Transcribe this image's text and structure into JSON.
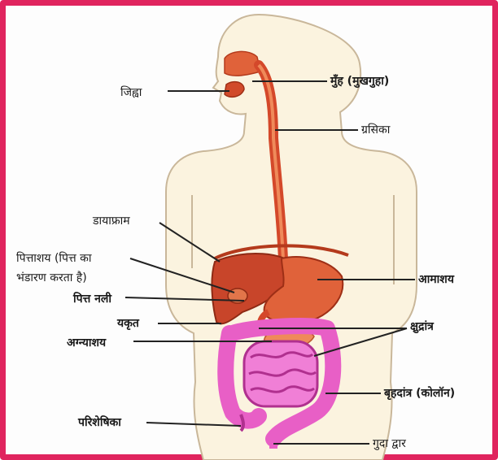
{
  "colors": {
    "frame": "#e0245e",
    "body_outline": "#c9b79a",
    "body_fill": "#fbf3df",
    "organ": "#d4482a",
    "organ_light": "#ef8a5a",
    "intestine": "#e85fc6",
    "intestine_dark": "#b0308f"
  },
  "labels": {
    "tongue": "जिह्वा",
    "mouth": "मुँह (मुखगुहा)",
    "esophagus": "ग्रसिका",
    "diaphragm": "डायाफ्राम",
    "gallbladder_line1": "पित्ताशय (पित्त का",
    "gallbladder_line2": "भंडारण करता है)",
    "bile_duct": "पित्त नली",
    "stomach": "आमाशय",
    "liver": "यकृत",
    "small_intestine": "क्षुद्रांत्र",
    "pancreas": "अग्न्याशय",
    "large_intestine": "बृहदांत्र (कोलॉन)",
    "appendix": "परिशेषिका",
    "anus": "गुदा द्वार"
  }
}
